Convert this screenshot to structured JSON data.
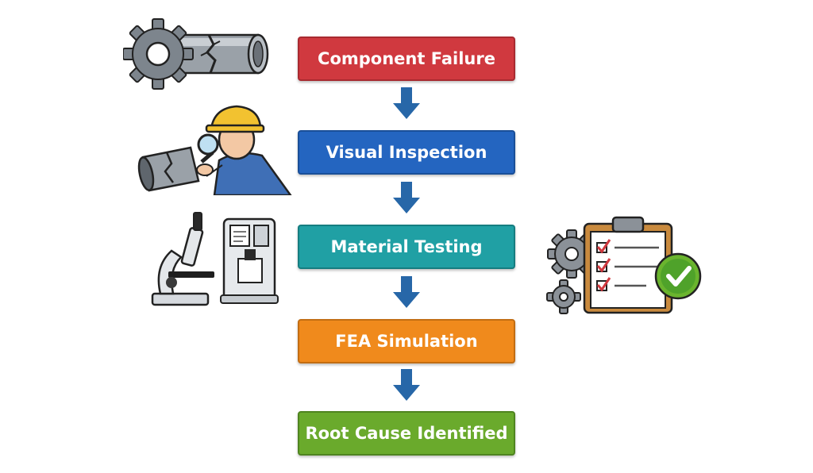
{
  "flow": {
    "steps": [
      {
        "label": "Component Failure",
        "color": "#d0393f",
        "border": "#a82a30"
      },
      {
        "label": "Visual Inspection",
        "color": "#2465c0",
        "border": "#1a4f98"
      },
      {
        "label": "Material Testing",
        "color": "#20a0a4",
        "border": "#157d80"
      },
      {
        "label": "FEA Simulation",
        "color": "#f08a1c",
        "border": "#c26d12"
      },
      {
        "label": "Root Cause Identified",
        "color": "#6aaa2c",
        "border": "#4f8420"
      }
    ],
    "arrow_color": "#2767a8"
  },
  "illustrations": {
    "step1": {
      "icons": [
        "gear-icon",
        "cracked-pipe-icon"
      ]
    },
    "step2": {
      "icons": [
        "inspector-with-magnifier-icon",
        "damaged-pipe-icon"
      ]
    },
    "step3": {
      "icons": [
        "microscope-icon",
        "testing-machine-icon"
      ]
    },
    "side": {
      "icons": [
        "gears-icon",
        "clipboard-checklist-icon",
        "checkmark-badge-icon"
      ]
    }
  }
}
